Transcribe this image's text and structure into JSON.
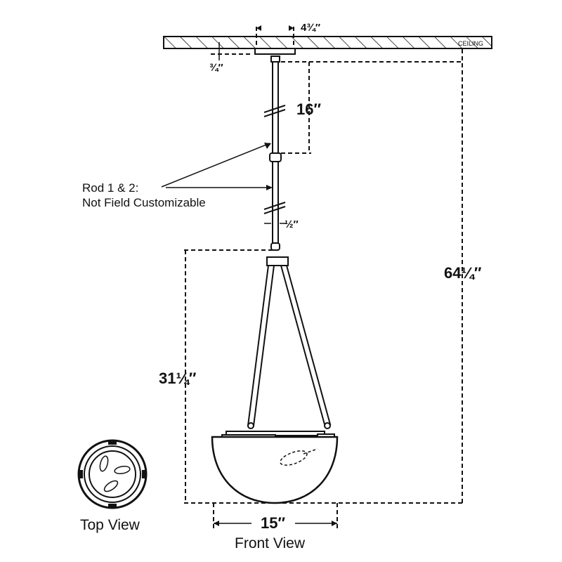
{
  "ceiling": {
    "label": "CEILING"
  },
  "dimensions": {
    "canopy_width": "4¾″",
    "canopy_depth": "¾″",
    "rod_length": "16″",
    "rod_diameter": "½″",
    "fixture_height": "31¼″",
    "overall_height": "64¼″",
    "diameter": "15″"
  },
  "note": {
    "line1": "Rod 1 & 2:",
    "line2": "Not Field Customizable"
  },
  "views": {
    "top": "Top View",
    "front": "Front View"
  }
}
